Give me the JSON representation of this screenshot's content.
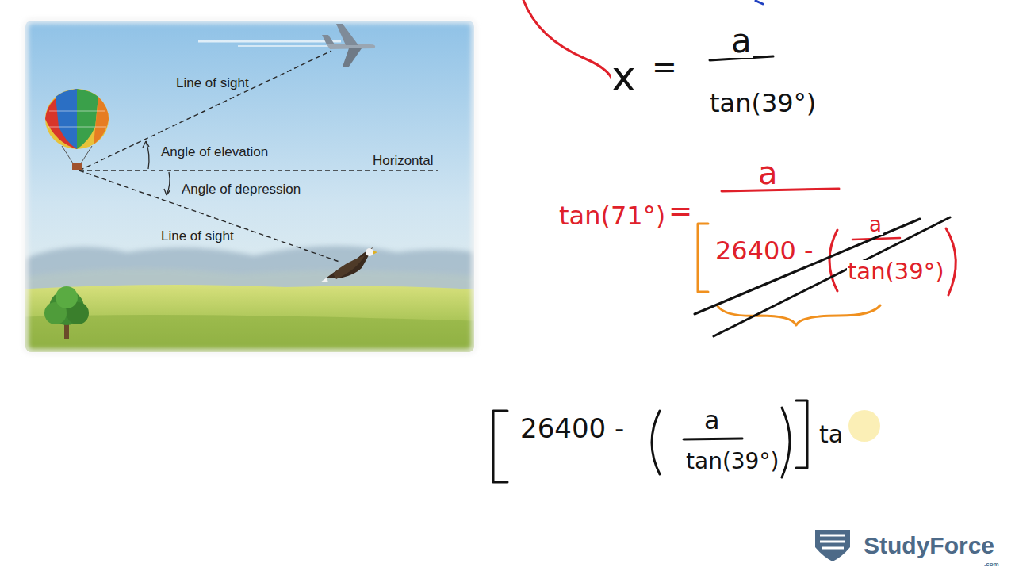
{
  "diagram": {
    "labels": [
      "Line of sight",
      "Angle of elevation",
      "Horizontal",
      "Angle of depression",
      "Line of sight",
      "x",
      "=",
      "a",
      "tan(39°)",
      "tan(71°)",
      "=",
      "a",
      "26400 -",
      "a",
      "tan(39°)",
      "26400 -",
      "a",
      "tan(39°)",
      "ta",
      "StudyForce",
      ".com"
    ]
  }
}
